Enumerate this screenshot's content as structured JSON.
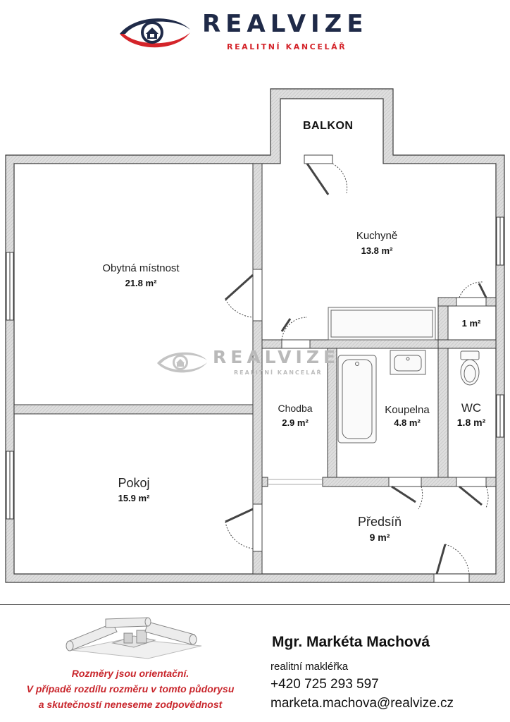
{
  "header": {
    "brand_name": "REALVIZE",
    "brand_subtitle": "REALITNÍ KANCELÁŘ",
    "colors": {
      "navy": "#1f2a48",
      "red": "#d4242a"
    }
  },
  "watermark": {
    "brand_name": "REALVIZE",
    "brand_subtitle": "REALITNÍ KANCELÁŘ"
  },
  "plan": {
    "balcony_label": "BALKON",
    "rooms": [
      {
        "id": "obytna",
        "name": "Obytná místnost",
        "area": "21.8 m²"
      },
      {
        "id": "kuchyne",
        "name": "Kuchyně",
        "area": "13.8 m²"
      },
      {
        "id": "storage",
        "name": "",
        "area": "1 m²"
      },
      {
        "id": "chodba",
        "name": "Chodba",
        "area": "2.9 m²"
      },
      {
        "id": "koupelna",
        "name": "Koupelna",
        "area": "4.8 m²"
      },
      {
        "id": "wc",
        "name": "WC",
        "area": "1.8 m²"
      },
      {
        "id": "pokoj",
        "name": "Pokoj",
        "area": "15.9 m²"
      },
      {
        "id": "predsin",
        "name": "Předsíň",
        "area": "9 m²"
      }
    ]
  },
  "footer": {
    "disclaimer": [
      "Rozměry jsou orientační.",
      "V případě rozdílu rozměru v tomto půdorysu",
      "a skutečností neneseme zodpovědnost"
    ],
    "agent": {
      "name": "Mgr. Markéta Machová",
      "title": "realitní makléřka",
      "phone": "+420 725 293 597",
      "email": "marketa.machova@realvize.cz"
    }
  }
}
